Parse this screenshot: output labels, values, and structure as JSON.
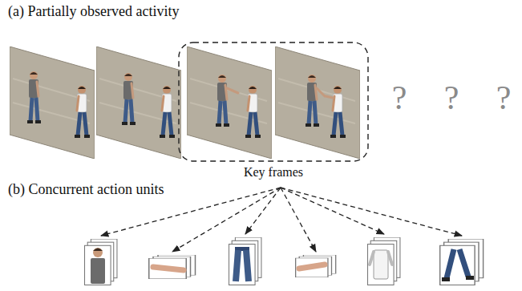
{
  "diagram": {
    "nodes": [
      {
        "text": [
          "Key frames"
        ]
      }
    ],
    "labels": [
      "(a) Partially observed activity",
      "(b) Concurrent action units",
      "?",
      "?",
      "?"
    ]
  }
}
